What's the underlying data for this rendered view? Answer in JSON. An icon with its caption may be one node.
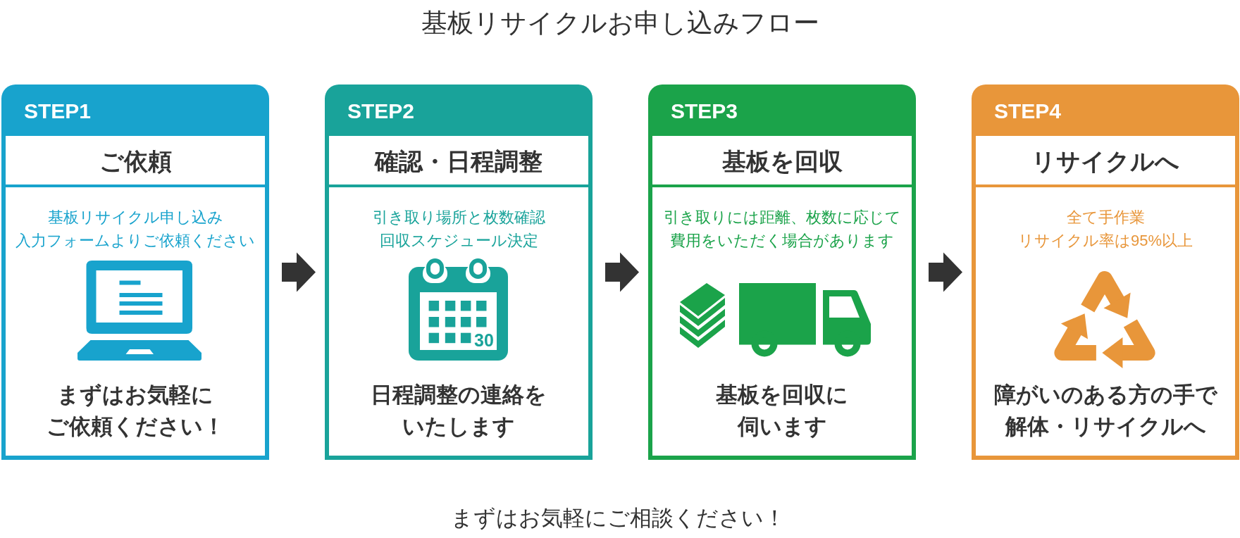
{
  "diagram": {
    "title": "基板リサイクルお申し込みフロー",
    "nodes": [
      {
        "text": [
          "STEP1",
          "ご依頼",
          "基板リサイクル申し込み入力フォームよりご依頼ください",
          "まずはお気軽にご依頼ください！"
        ]
      },
      {
        "text": [
          "STEP2",
          "確認・日程調整",
          "引き取り場所と枚数確認回収スケジュール決定",
          "日程調整の連絡をいたします"
        ]
      },
      {
        "text": [
          "STEP3",
          "基板を回収",
          "引き取りには距離、枚数に応じて費用をいただく場合があります",
          "基板を回収に伺います"
        ]
      },
      {
        "text": [
          "STEP4",
          "リサイクルへ",
          "全て手作業リサイクル率は95%以上",
          "障がいのある方の手で解体・リサイクルへ"
        ]
      }
    ],
    "edges": [
      {
        "from": 0,
        "to": 1,
        "arrow": "to"
      },
      {
        "from": 1,
        "to": 2,
        "arrow": "to"
      },
      {
        "from": 2,
        "to": 3,
        "arrow": "to"
      }
    ],
    "labels": [
      "30",
      "まずはお気軽にご相談ください！"
    ]
  }
}
